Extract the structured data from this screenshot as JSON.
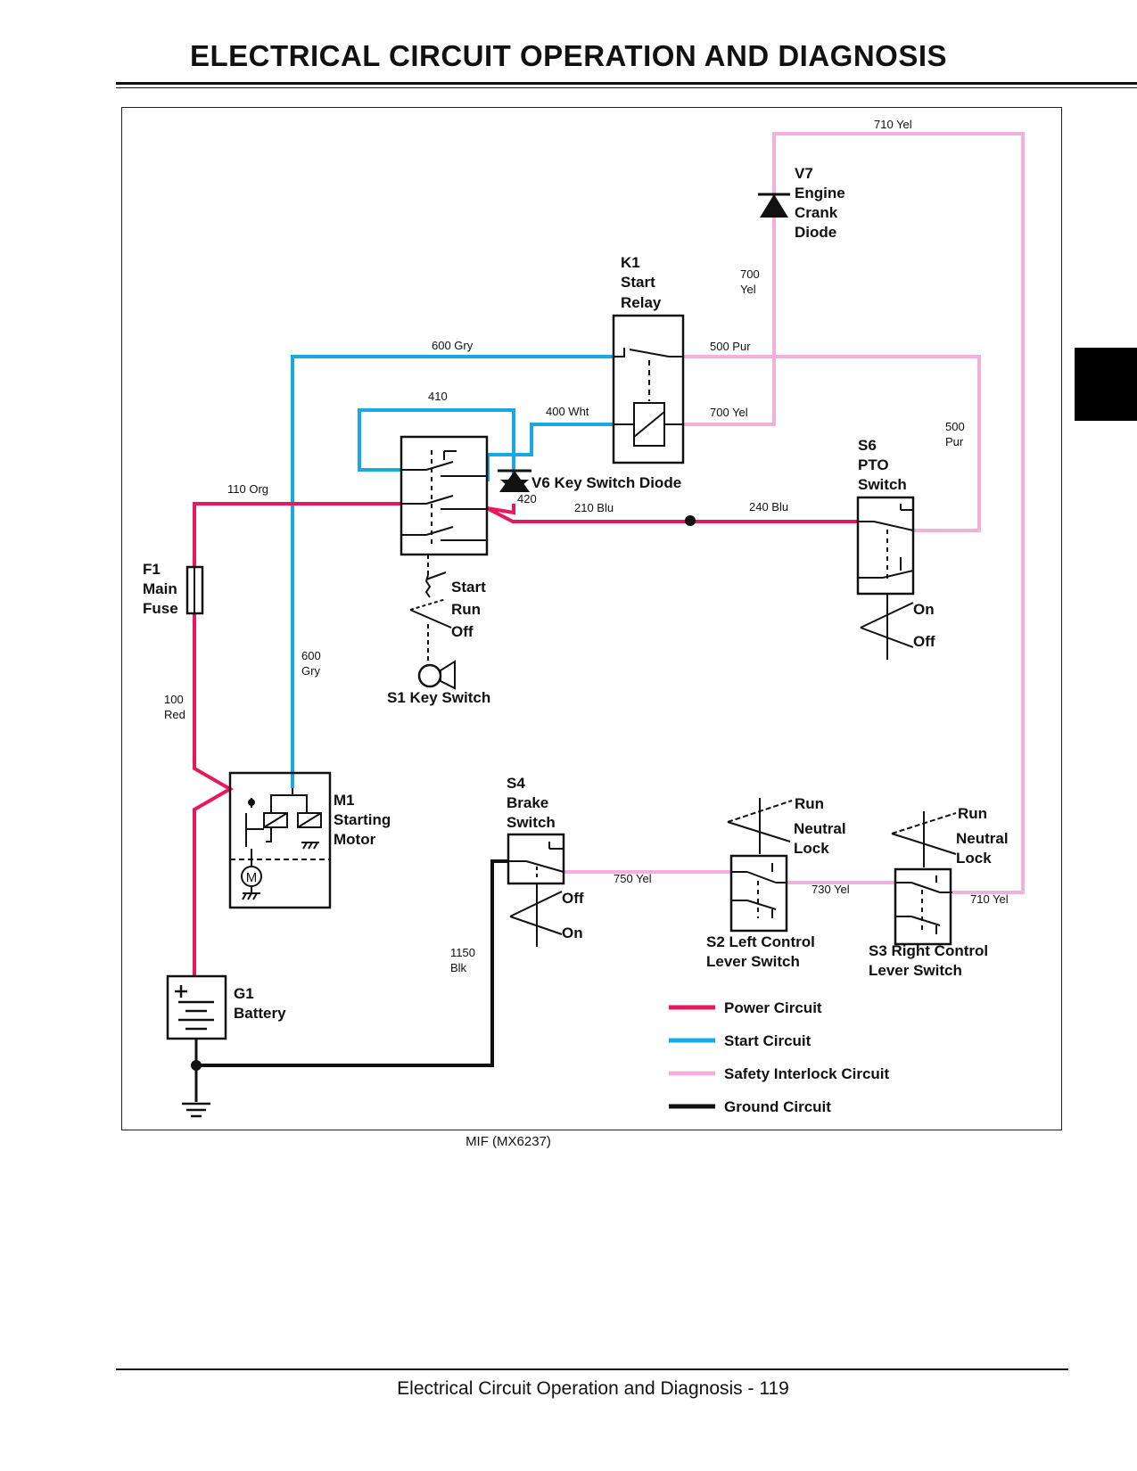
{
  "header": {
    "title": "ELECTRICAL   CIRCUIT OPERATION AND DIAGNOSIS"
  },
  "footer": {
    "text": "Electrical   Circuit Operation and Diagnosis  - 119"
  },
  "figure": {
    "caption": "MIF (MX6237)"
  },
  "colors": {
    "power": "#e8185a",
    "start": "#1aa8e0",
    "safety": "#f4b0dc",
    "ground": "#111111"
  },
  "wires": {
    "w710_top": "710 Yel",
    "w700": [
      "700",
      "Yel"
    ],
    "w600_top": "600 Gry",
    "w500_right": "500 Pur",
    "w500_vert": [
      "500",
      "Pur"
    ],
    "w410": "410",
    "w400": "400 Wht",
    "w700_relay": "700 Yel",
    "w420": "420",
    "w110": "110 Org",
    "w210": "210 Blu",
    "w240": "240 Blu",
    "w600_vert": [
      "600",
      "Gry"
    ],
    "w100": [
      "100",
      "Red"
    ],
    "w750": "750 Yel",
    "w730": "730 Yel",
    "w710_bottom": "710 Yel",
    "w1150": [
      "1150",
      "Blk"
    ]
  },
  "components": {
    "v7": [
      "V7",
      "Engine",
      "Crank",
      "Diode"
    ],
    "k1": [
      "K1",
      "Start",
      "Relay"
    ],
    "v6": "V6 Key Switch Diode",
    "s6": [
      "S6",
      "PTO",
      "Switch"
    ],
    "s6_pos": {
      "on": "On",
      "off": "Off"
    },
    "f1": [
      "F1",
      "Main",
      "Fuse"
    ],
    "s1": "S1 Key Switch",
    "s1_pos": {
      "start": "Start",
      "run": "Run",
      "off": "Off"
    },
    "m1": [
      "M1",
      "Starting",
      "Motor"
    ],
    "m1_symbol": "M",
    "s4": [
      "S4",
      "Brake",
      "Switch"
    ],
    "s4_pos": {
      "off": "Off",
      "on": "On"
    },
    "s2": [
      "S2 Left Control",
      "Lever Switch"
    ],
    "s2_pos": {
      "run": "Run",
      "neutral": [
        "Neutral",
        "Lock"
      ]
    },
    "s3": [
      "S3 Right Control",
      "Lever Switch"
    ],
    "s3_pos": {
      "run": "Run",
      "neutral": [
        "Neutral",
        "Lock"
      ]
    },
    "g1": [
      "G1",
      "Battery"
    ]
  },
  "legend": [
    {
      "label": "Power Circuit",
      "color": "#e8185a"
    },
    {
      "label": "Start Circuit",
      "color": "#1aa8e0"
    },
    {
      "label": "Safety Interlock Circuit",
      "color": "#f4b0dc"
    },
    {
      "label": "Ground Circuit",
      "color": "#111111"
    }
  ]
}
